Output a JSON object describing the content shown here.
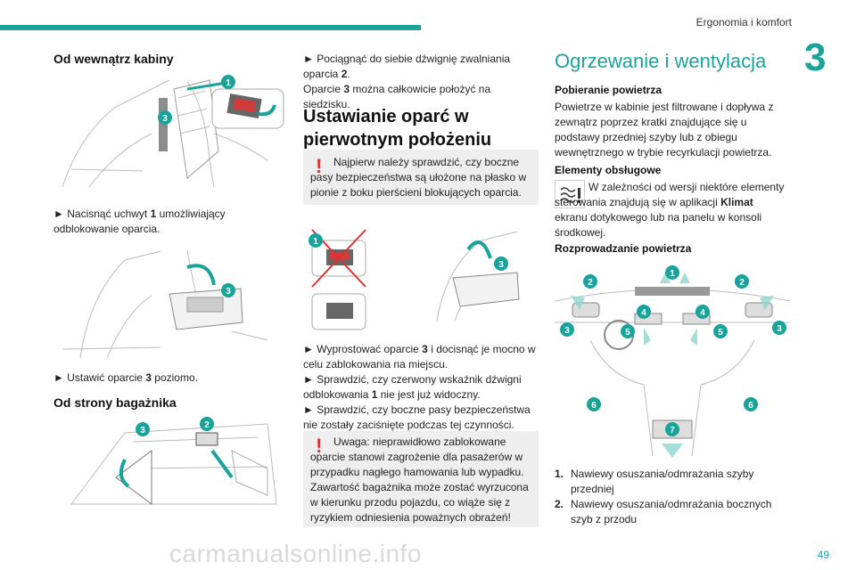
{
  "header": {
    "section_title": "Ergonomia i komfort",
    "chapter_number": "3",
    "page_number": "49"
  },
  "colors": {
    "accent": "#1aa39a",
    "warning": "#e03030",
    "panel": "#eeeeee"
  },
  "col1": {
    "heading_cabin": "Od wewnątrz kabiny",
    "step_release": {
      "arrow": "►",
      "pre": "Nacisnąć uchwyt ",
      "num": "1",
      "post": " umożliwiający odblokowanie oparcia."
    },
    "step_horizontal": {
      "arrow": "►",
      "pre": "Ustawić oparcie ",
      "num": "3",
      "post": " poziomo."
    },
    "heading_trunk": "Od strony bagażnika",
    "fig1_callouts": [
      "1",
      "3"
    ],
    "fig2_callouts": [
      "3"
    ],
    "fig3_callouts": [
      "3",
      "2"
    ]
  },
  "col2": {
    "step_pull": {
      "arrow": "►",
      "pre": "Pociągnąć do siebie dźwignię zwalniania oparcia ",
      "num": "2",
      "post": "."
    },
    "note_fold": {
      "pre": "Oparcie ",
      "num": "3",
      "post": " można całkowicie położyć na siedzisku."
    },
    "heading_reset_1": "Ustawianie oparć w",
    "heading_reset_2": "pierwotnym położeniu",
    "warning_1": "Najpierw należy sprawdzić, czy boczne pasy bezpieczeństwa są ułożone na płasko w pionie z boku pierścieni blokujących oparcia.",
    "fig4_callouts": [
      "1",
      "3"
    ],
    "step_straighten": {
      "arrow": "►",
      "pre": "Wyprostować oparcie ",
      "num": "3",
      "post": " i docisnąć je mocno w celu zablokowania na miejscu."
    },
    "step_check_red": {
      "arrow": "►",
      "pre": "Sprawdzić, czy czerwony wskaźnik dźwigni odblokowania ",
      "num": "1",
      "post": " nie jest już widoczny."
    },
    "step_check_belts": {
      "arrow": "►",
      "text": "Sprawdzić, czy boczne pasy bezpieczeństwa nie zostały zaciśnięte podczas tej czynności."
    },
    "warning_2": "Uwaga: nieprawidłowo zablokowane oparcie stanowi zagrożenie dla pasażerów w przypadku nagłego hamowania lub wypadku. Zawartość bagażnika może zostać wyrzucona w kierunku przodu pojazdu, co wiąże się z ryzykiem odniesienia poważnych obrażeń!"
  },
  "col3": {
    "title": "Ogrzewanie i wentylacja",
    "sub_intake": "Pobieranie powietrza",
    "intake_text": "Powietrze w kabinie jest filtrowane i dopływa z zewnątrz poprzez kratki znajdujące się u podstawy przedniej szyby lub z obiegu wewnętrznego w trybie recyrkulacji powietrza.",
    "sub_controls": "Elementy obsługowe",
    "controls_pre": "W zależności od wersji niektóre elementy sterowania znajdują się w aplikacji ",
    "controls_bold": "Klimat",
    "controls_post": " ekranu dotykowego lub na panelu w konsoli środkowej.",
    "sub_distribution": "Rozprowadzanie powietrza",
    "fig_callouts": [
      "1",
      "2",
      "2",
      "4",
      "4",
      "3",
      "5",
      "5",
      "3",
      "6",
      "6",
      "7"
    ],
    "list": [
      {
        "num": "1.",
        "text": "Nawiewy osuszania/odmrażania szyby przedniej"
      },
      {
        "num": "2.",
        "text": "Nawiewy osuszania/odmrażania bocznych szyb z przodu"
      }
    ]
  },
  "watermark": "carmanualsonline.info"
}
